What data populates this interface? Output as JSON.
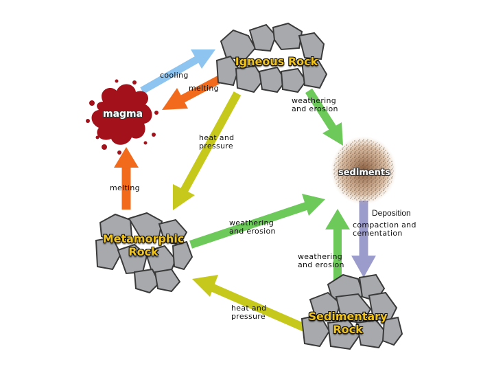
{
  "nodes": {
    "igneous": "Igneous Rock",
    "magma": "magma",
    "sediments": "sediments",
    "metamorphic_line1": "Metamorphic",
    "metamorphic_line2": "Rock",
    "sedimentary_line1": "Sedimentary",
    "sedimentary_line2": "Rock"
  },
  "labels": {
    "cooling": "cooling",
    "melting_top": "melting",
    "melting_left": "melting",
    "heat_pressure_top_1": "heat and",
    "heat_pressure_top_2": "pressure",
    "weathering_top_1": "weathering",
    "weathering_top_2": "and erosion",
    "weathering_mid_1": "weathering",
    "weathering_mid_2": "and erosion",
    "weathering_low_1": "weathering",
    "weathering_low_2": "and erosion",
    "deposition": "Deposition",
    "compaction_1": "compaction and",
    "compaction_2": "cementation",
    "heat_pressure_bottom_1": "heat and",
    "heat_pressure_bottom_2": "pressure"
  },
  "colors": {
    "cooling_arrow": "#8ec4f0",
    "melting_arrow": "#f26b1d",
    "heat_pressure_arrow": "#c6c91c",
    "weathering_arrow": "#6cc95a",
    "deposition_arrow": "#9c9ccc",
    "magma": "#a3121b",
    "rock_fill": "#a7a9ac",
    "rock_title": "#f2c419"
  }
}
